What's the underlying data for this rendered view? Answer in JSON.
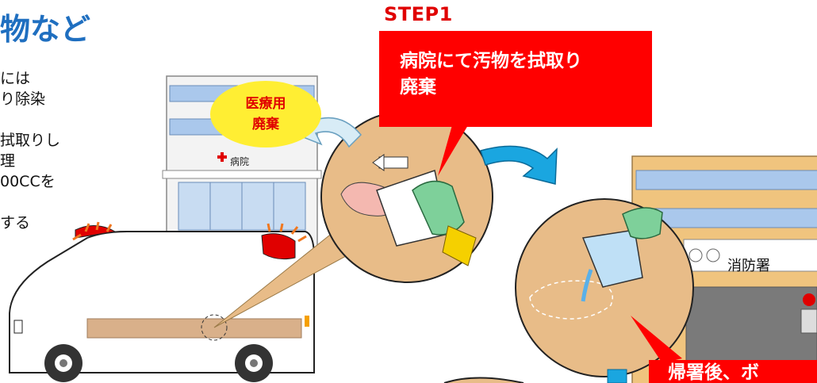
{
  "title": "物など",
  "text_lines": [
    "には",
    "り除染",
    "",
    "拭取りし",
    "理",
    "00CCを",
    "",
    "する"
  ],
  "step": {
    "label": "STEP1",
    "caption_line1": "病院にて汚物を拭取り",
    "caption_line2": "廃棄"
  },
  "medical_waste_bubble": {
    "line1": "医療用",
    "line2": "廃棄"
  },
  "hospital_sign": "病院",
  "fire_station_sign": "消防署",
  "bottom_caption": "帰署後、ボ",
  "colors": {
    "title_blue": "#1f6fc0",
    "step_red": "#e00000",
    "box_red": "#ff0000",
    "circle_tan": "#e8bc88",
    "arrow_cyan": "#1aa6e0",
    "bubble_yellow": "#ffee33"
  }
}
